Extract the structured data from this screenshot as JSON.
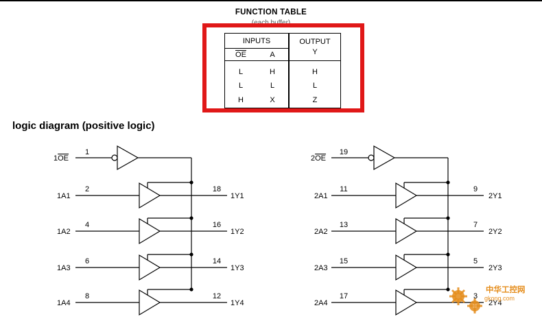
{
  "function_table": {
    "title": "FUNCTION TABLE",
    "subtitle": "(each buffer)",
    "inputs_header": "INPUTS",
    "output_header": "OUTPUT",
    "col_oe": "OE",
    "col_a": "A",
    "col_y": "Y",
    "rows": [
      {
        "oe": "L",
        "a": "H",
        "y": "H"
      },
      {
        "oe": "L",
        "a": "L",
        "y": "L"
      },
      {
        "oe": "H",
        "a": "X",
        "y": "Z"
      }
    ],
    "highlight_color": "#e01818"
  },
  "section_title": "logic diagram (positive logic)",
  "logic_diagram": {
    "left": {
      "oe_label": "1OE",
      "oe_prefix": "1",
      "oe_pin": "1",
      "buffers": [
        {
          "in_label": "1A1",
          "in_pin": "2",
          "out_pin": "18",
          "out_label": "1Y1"
        },
        {
          "in_label": "1A2",
          "in_pin": "4",
          "out_pin": "16",
          "out_label": "1Y2"
        },
        {
          "in_label": "1A3",
          "in_pin": "6",
          "out_pin": "14",
          "out_label": "1Y3"
        },
        {
          "in_label": "1A4",
          "in_pin": "8",
          "out_pin": "12",
          "out_label": "1Y4"
        }
      ]
    },
    "right": {
      "oe_label": "2OE",
      "oe_prefix": "2",
      "oe_pin": "19",
      "buffers": [
        {
          "in_label": "2A1",
          "in_pin": "11",
          "out_pin": "9",
          "out_label": "2Y1"
        },
        {
          "in_label": "2A2",
          "in_pin": "13",
          "out_pin": "7",
          "out_label": "2Y2"
        },
        {
          "in_label": "2A3",
          "in_pin": "15",
          "out_pin": "5",
          "out_label": "2Y3"
        },
        {
          "in_label": "2A4",
          "in_pin": "17",
          "out_pin": "3",
          "out_label": "2Y4"
        }
      ]
    }
  },
  "watermark": {
    "text": "中华工控网",
    "sub": "gkong.com",
    "icon": "gear-icon",
    "color": "#e58d1c"
  }
}
